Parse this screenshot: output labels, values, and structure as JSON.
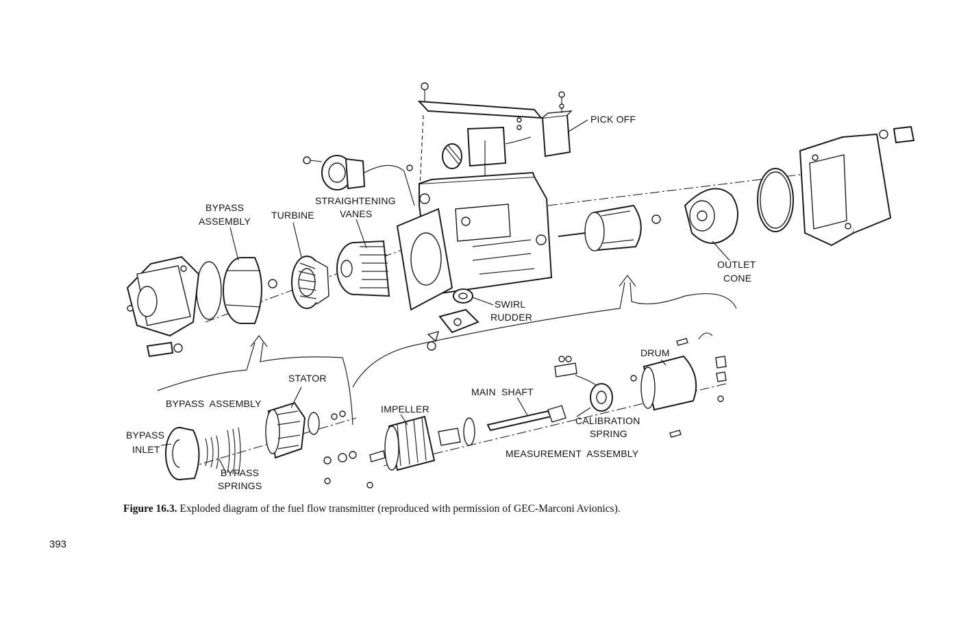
{
  "figure": {
    "labels": {
      "pick_off": "PICK OFF",
      "straightening_vanes_1": "STRAIGHTENING",
      "straightening_vanes_2": "VANES",
      "bypass_assembly_1": "BYPASS",
      "bypass_assembly_2": "ASSEMBLY",
      "turbine": "TURBINE",
      "outlet_cone_1": "OUTLET",
      "outlet_cone_2": "CONE",
      "swirl_rudder_1": "SWIRL",
      "swirl_rudder_2": "RUDDER",
      "stator": "STATOR",
      "bypass_assembly_lower": "BYPASS  ASSEMBLY",
      "bypass_inlet_1": "BYPASS",
      "bypass_inlet_2": "INLET",
      "bypass_springs_1": "BYPASS",
      "bypass_springs_2": "SPRINGS",
      "impeller": "IMPELLER",
      "main_shaft": "MAIN  SHAFT",
      "drum": "DRUM",
      "calibration_spring_1": "CALIBRATION",
      "calibration_spring_2": "SPRING",
      "measurement_assembly": "MEASUREMENT  ASSEMBLY"
    },
    "caption_number": "Figure 16.3.",
    "caption_text": "Exploded diagram of the fuel flow transmitter (reproduced with permission of GEC-Marconi Avionics).",
    "page_number": "393"
  }
}
